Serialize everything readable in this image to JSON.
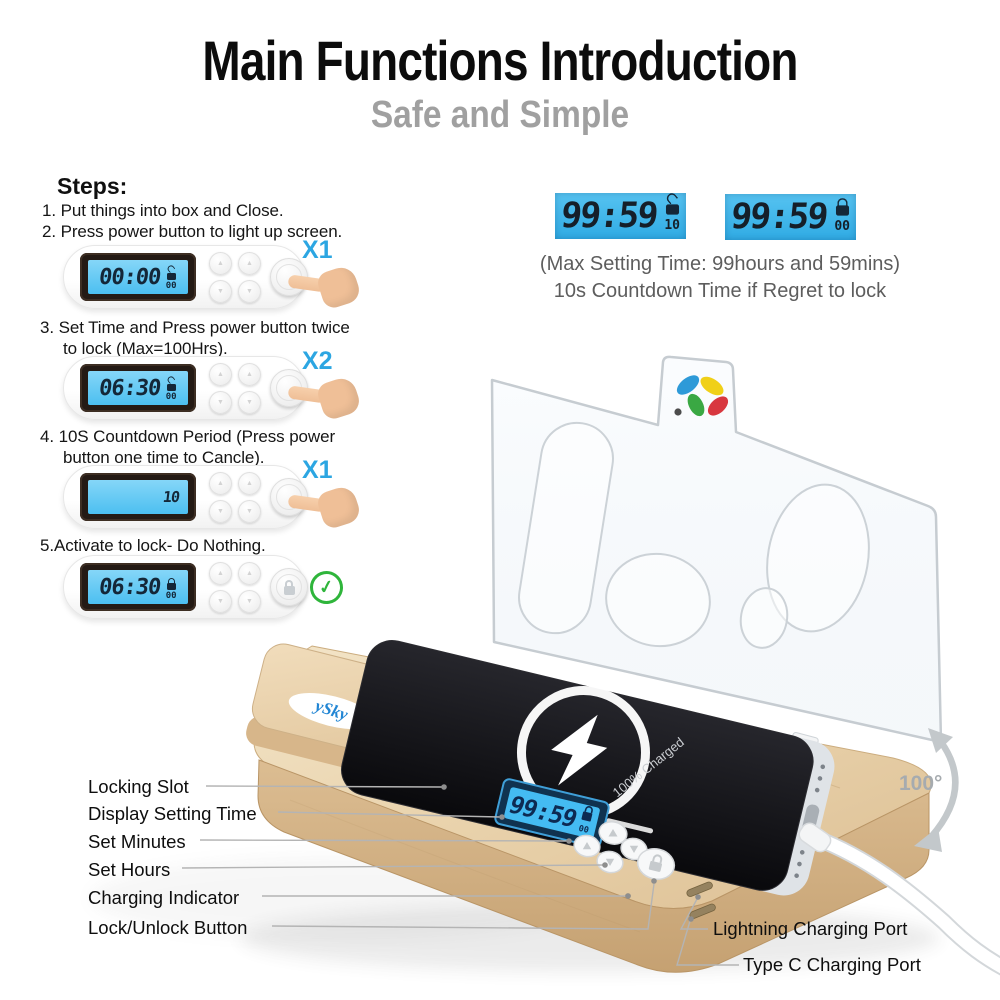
{
  "header": {
    "title": "Main Functions Introduction",
    "subtitle": "Safe and Simple"
  },
  "steps": {
    "heading": "Steps:",
    "step1": "1. Put things into box and Close.",
    "step2": "2. Press power button to light up screen.",
    "step3_line1": "3.  Set Time and Press power button twice",
    "step3_line2": "to lock (Max=100Hrs).",
    "step4_line1": "4. 10S Countdown Period (Press power",
    "step4_line2": "button one time to Cancle).",
    "step5": "5.Activate to lock- Do Nothing."
  },
  "panels": {
    "p1": {
      "time": "00:00",
      "sub": "00",
      "presses": "X1",
      "lock_state": "unlocked"
    },
    "p2": {
      "time": "06:30",
      "sub": "00",
      "presses": "X2",
      "lock_state": "unlocked"
    },
    "p3": {
      "time": "10",
      "presses": "X1",
      "lock_state": "countdown"
    },
    "p4": {
      "time": "06:30",
      "sub": "00",
      "lock_state": "locked"
    }
  },
  "displays": {
    "left": {
      "time": "99:59",
      "sub": "10",
      "lock_state": "unlocked"
    },
    "right": {
      "time": "99:59",
      "sub": "00",
      "lock_state": "locked"
    }
  },
  "max_note": {
    "line1": "(Max Setting Time: 99hours and 59mins)",
    "line2": "10s Countdown Time if Regret to lock"
  },
  "product": {
    "brand": "ySky",
    "charge_status": "100% Charged",
    "device_lcd_time": "99:59",
    "device_lcd_sub": "00",
    "angle_label": "100°"
  },
  "callouts": {
    "left": [
      "Locking Slot",
      "Display Setting Time",
      "Set Minutes",
      "Set Hours",
      "Charging Indicator",
      "Lock/Unlock Button"
    ],
    "right": [
      "Lightning Charging Port",
      "Type C Charging Port"
    ]
  },
  "icons": {
    "check": "✓",
    "up_arrow": "▲",
    "down_arrow": "▼"
  },
  "colors": {
    "accent_blue": "#2ca6e2",
    "lcd_blue": "#41b9ec",
    "check_green": "#2fb53b",
    "wood": "#e7d2ad",
    "subtitle_gray": "#a0a0a0"
  }
}
